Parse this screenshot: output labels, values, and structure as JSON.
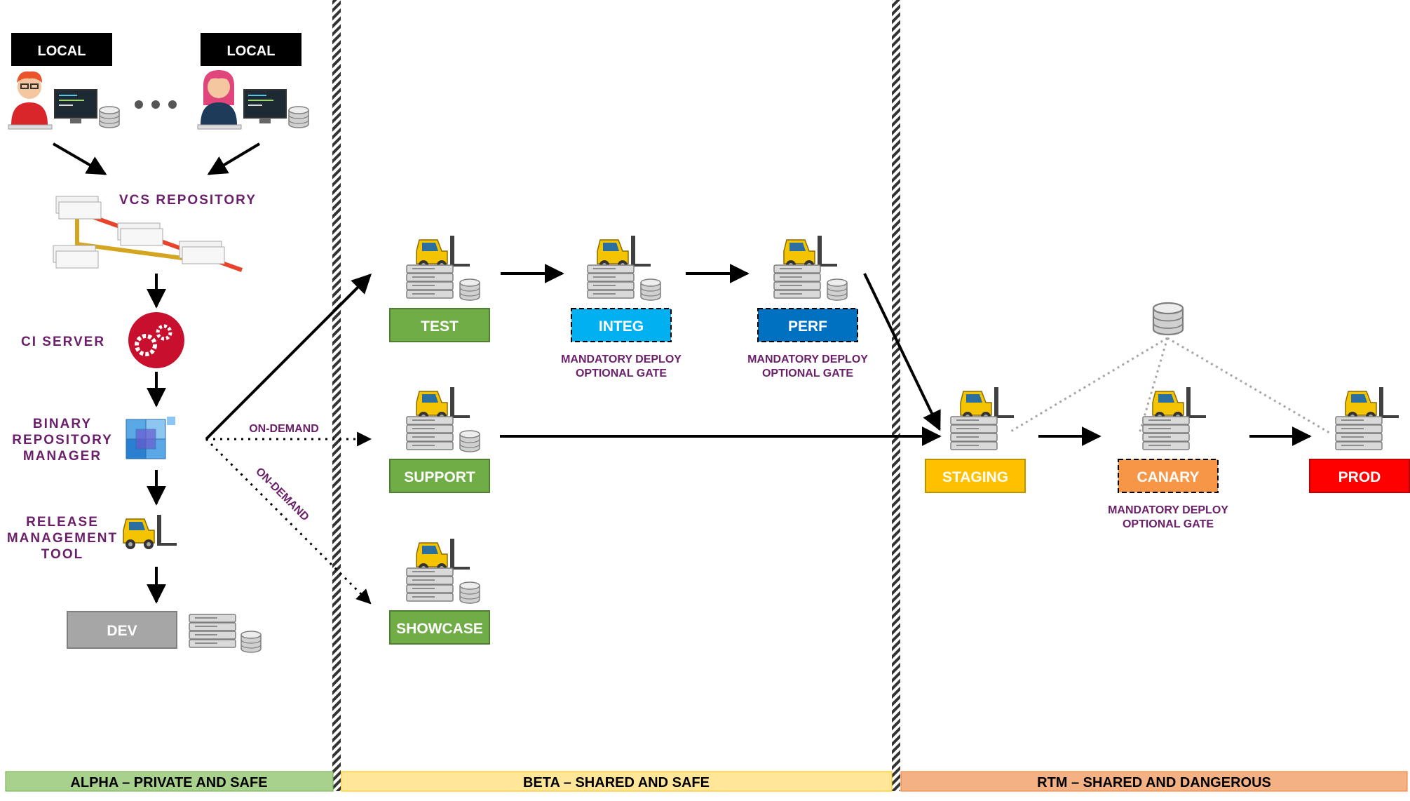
{
  "zones": {
    "alpha": "ALPHA – PRIVATE AND SAFE",
    "beta": "BETA – SHARED AND SAFE",
    "rtm": "RTM – SHARED AND DANGEROUS"
  },
  "alpha": {
    "local_1": "LOCAL",
    "local_2": "LOCAL",
    "ellipsis": "• • •",
    "vcs_label": "VCS REPOSITORY",
    "ci_label": "CI SERVER",
    "binary_label": [
      "BINARY",
      "REPOSITORY",
      "MANAGER"
    ],
    "release_label": [
      "RELEASE",
      "MANAGEMENT",
      "TOOL"
    ],
    "dev": "DEV"
  },
  "beta": {
    "test": "TEST",
    "integ": "INTEG",
    "perf": "PERF",
    "support": "SUPPORT",
    "showcase": "SHOWCASE",
    "integ_note": [
      "MANDATORY DEPLOY",
      "OPTIONAL GATE"
    ],
    "perf_note": [
      "MANDATORY DEPLOY",
      "OPTIONAL GATE"
    ],
    "on_demand_1": "ON-DEMAND",
    "on_demand_2": "ON-DEMAND"
  },
  "rtm": {
    "staging": "STAGING",
    "canary": "CANARY",
    "prod": "PROD",
    "canary_note": [
      "MANDATORY DEPLOY",
      "OPTIONAL GATE"
    ]
  },
  "colors": {
    "test": "#70ad47",
    "integ": "#00b0f0",
    "perf": "#0070c0",
    "staging": "#ffc000",
    "canary": "#f79646",
    "prod": "#ff0000",
    "dev": "#a6a6a6",
    "alpha_band": "#a9d18e",
    "beta_band": "#ffe699",
    "rtm_band": "#f4b183",
    "label_purple": "#6b1f6b"
  }
}
